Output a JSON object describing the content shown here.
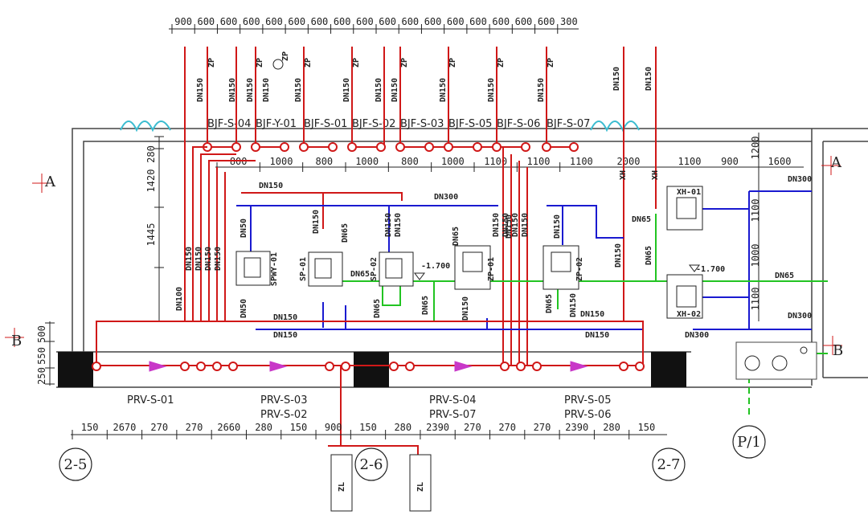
{
  "colors": {
    "fire_pipe": "#d01818",
    "water_pipe": "#1a1ad0",
    "drain_pipe": "#22c422",
    "valve": "#c838c8",
    "ventilation": "#3bbcd0",
    "wall": "#444444",
    "column": "#111111"
  },
  "top_dims": [
    "900",
    "600",
    "600",
    "600",
    "600",
    "600",
    "600",
    "600",
    "600",
    "600",
    "600",
    "600",
    "600",
    "600",
    "600",
    "600",
    "600",
    "300"
  ],
  "second_dims": {
    "left": [
      "800",
      "1000",
      "800",
      "1000",
      "800",
      "1000",
      "1100",
      "1100",
      "1100"
    ],
    "right": [
      "2000",
      "1100",
      "900",
      "1600"
    ]
  },
  "left_dims": [
    "280",
    "1420",
    "1445",
    "500",
    "550",
    "250"
  ],
  "right_dims": [
    "1200",
    "1100",
    "1000",
    "1100"
  ],
  "bottom_dims": [
    "150",
    "2670",
    "270",
    "270",
    "2660",
    "280",
    "150",
    "900",
    "150",
    "280",
    "2390",
    "270",
    "270",
    "270",
    "2390",
    "280",
    "150"
  ],
  "system_tags": [
    "BJF-S-04",
    "BJF-Y-01",
    "BJF-S-01",
    "BJF-S-02",
    "BJF-S-03",
    "BJF-S-05",
    "BJF-S-06",
    "BJF-S-07"
  ],
  "riser_tags": [
    "ZP",
    "ZP",
    "ZP",
    "ZP",
    "ZP",
    "ZP",
    "ZP",
    "ZP",
    "ZP"
  ],
  "xh_tags": [
    "XH",
    "XH"
  ],
  "equipment": {
    "spwy": "SPWY-01",
    "sp01": "SP-01",
    "sp02": "SP-02",
    "zp01": "ZP-01",
    "zp02": "ZP-02",
    "xh01": "XH-01",
    "xh02": "XH-02",
    "pump": "P/1"
  },
  "pipe_sizes": {
    "dn150": "DN150",
    "dn300": "DN300",
    "dn100": "DN100",
    "dn65": "DN65",
    "dn50": "DN50"
  },
  "levels": [
    "-1.700",
    "-1.700"
  ],
  "prv_groups": [
    "PRV-S-01",
    "PRV-S-03",
    "PRV-S-02",
    "PRV-S-04",
    "PRV-S-07",
    "PRV-S-05",
    "PRV-S-06"
  ],
  "grid_axes": [
    "2-5",
    "2-6",
    "2-7"
  ],
  "section_marks": [
    "A",
    "A",
    "B",
    "B"
  ],
  "zl_tag": "ZL"
}
